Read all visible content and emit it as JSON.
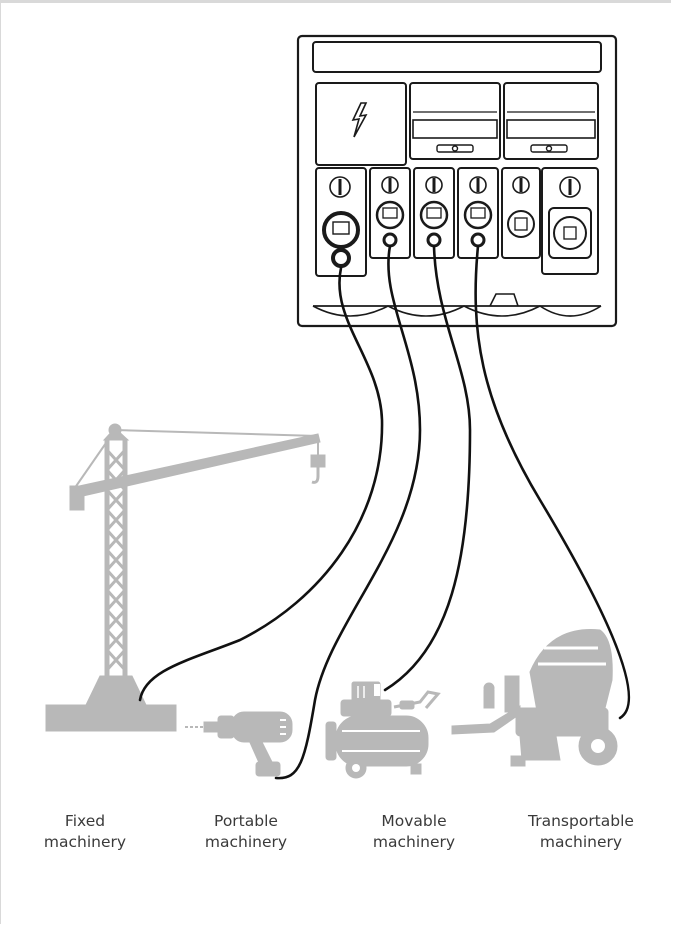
{
  "colors": {
    "machine_gray": "#b8b8b8",
    "cable": "#111111",
    "outline": "#1a1a1a",
    "label_text": "#3a3a3a"
  },
  "icons": [
    "distribution-board",
    "tower-crane",
    "power-drill",
    "air-compressor",
    "concrete-mixer",
    "lightning-bolt-icon"
  ],
  "categories": [
    {
      "line1": "Fixed",
      "line2": "machinery"
    },
    {
      "line1": "Portable",
      "line2": "machinery"
    },
    {
      "line1": "Movable",
      "line2": "machinery"
    },
    {
      "line1": "Transportable",
      "line2": "machinery"
    }
  ]
}
